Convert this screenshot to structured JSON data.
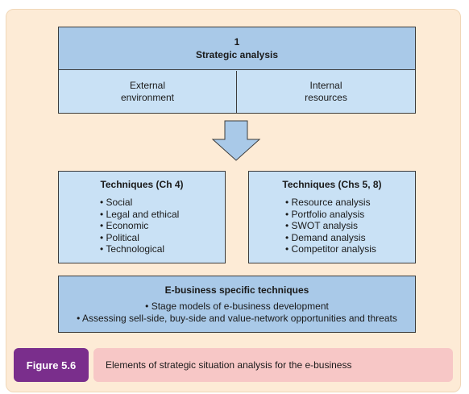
{
  "header": {
    "number": "1",
    "title": "Strategic analysis",
    "left_cell": [
      "External",
      "environment"
    ],
    "right_cell": [
      "Internal",
      "resources"
    ]
  },
  "techniques_left": {
    "title": "Techniques (Ch 4)",
    "items": [
      "Social",
      "Legal and ethical",
      "Economic",
      "Political",
      "Technological"
    ]
  },
  "techniques_right": {
    "title": "Techniques (Chs 5, 8)",
    "items": [
      "Resource analysis",
      "Portfolio analysis",
      "SWOT analysis",
      "Demand analysis",
      "Competitor analysis"
    ]
  },
  "ebusiness": {
    "title": "E-business specific techniques",
    "items": [
      "Stage models of e-business development",
      "Assessing sell-side, buy-side and value-network opportunities and threats"
    ]
  },
  "figure": {
    "label": "Figure 5.6",
    "caption": "Elements of strategic situation analysis for the e-business"
  },
  "colors": {
    "panel_bg": "#fdebd6",
    "box_light": "#c9e1f5",
    "box_dark": "#a9c9e8",
    "figure_label_bg": "#7a2e8c",
    "caption_bg": "#f7c7c6"
  }
}
